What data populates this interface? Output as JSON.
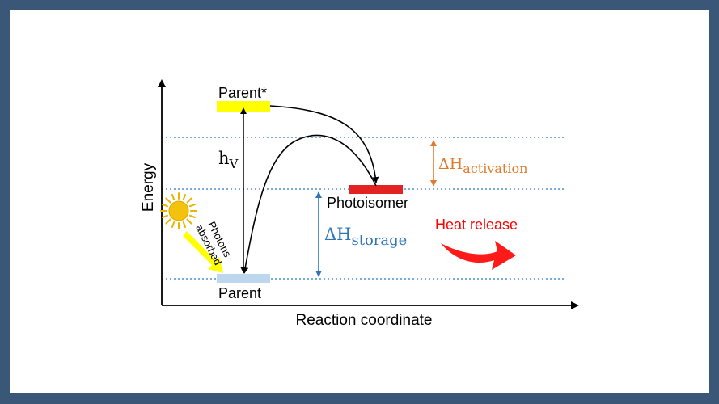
{
  "axes": {
    "y_label": "Energy",
    "x_label": "Reaction coordinate"
  },
  "states": {
    "excited": "Parent*",
    "ground": "Parent",
    "isomer": "Photoisomer"
  },
  "annotations": {
    "photon_energy": {
      "main": "h",
      "sub": "V"
    },
    "activation": {
      "main": "ΔH",
      "sub": "activation"
    },
    "storage": {
      "main": "ΔH",
      "sub": "storage"
    },
    "heat_release": "Heat release",
    "photons_line1": "Photons",
    "photons_line2": "absorbed"
  },
  "colors": {
    "background_frame": "#3b5778",
    "excited_bar": "#ffff00",
    "ground_bar": "#bdd7ee",
    "isomer_bar": "#e32222",
    "activation_color": "#e07b2c",
    "storage_color": "#2e75b6",
    "heat_color": "#ff0000",
    "dotted_line": "#4a90d9"
  },
  "icons": [
    "sun-icon",
    "photon-arrow-icon",
    "heat-arrow-icon"
  ]
}
